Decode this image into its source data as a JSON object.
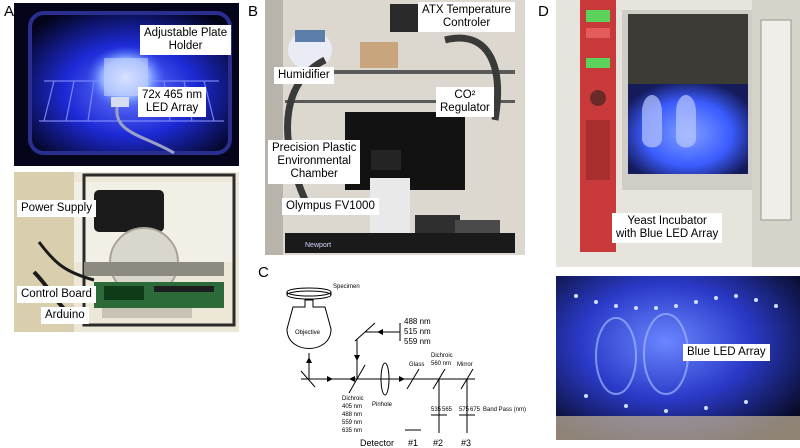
{
  "panels": {
    "a": {
      "letter": "A",
      "top_labels": {
        "plate_holder": "Adjustable Plate\nHolder",
        "led_array": "72x 465 nm\nLED Array"
      },
      "bottom_labels": {
        "power_supply": "Power Supply",
        "control_board": "Control Board",
        "arduino": "Arduino"
      }
    },
    "b": {
      "letter": "B",
      "labels": {
        "atx": "ATX Temperature\nControler",
        "humidifier": "Humidifier",
        "co2": "CO² \nRegulator",
        "chamber": "Precision Plastic\nEnvironmental\nChamber",
        "olympus": "Olympus FV1000"
      },
      "device_texts": {
        "newport": "Newport"
      }
    },
    "c": {
      "letter": "C",
      "specimen": "Specimen",
      "objective": "Objective",
      "lasers": [
        "488 nm",
        "515 nm",
        "559 nm"
      ],
      "dichroic_main": [
        "Dichroic",
        "405 nm",
        "488 nm",
        "559 nm",
        "635 nm"
      ],
      "pinhole": "Pinhole",
      "glass": "Glass",
      "dichroic_560": [
        "Dichroic",
        "560 nm"
      ],
      "mirror": "Mirror",
      "band_pass_values": [
        "535",
        "565",
        "575",
        "675"
      ],
      "band_pass_label": "Band Pass (nm)",
      "detector": "Detector",
      "detector_numbers": [
        "#1",
        "#2",
        "#3"
      ]
    },
    "d": {
      "letter": "D",
      "labels": {
        "incubator": "Yeast Incubator\nwith Blue LED Array",
        "blue_led": "Blue LED Array"
      }
    }
  },
  "colors": {
    "led_blue": "#3b5cff",
    "diagram_line": "#000000"
  }
}
